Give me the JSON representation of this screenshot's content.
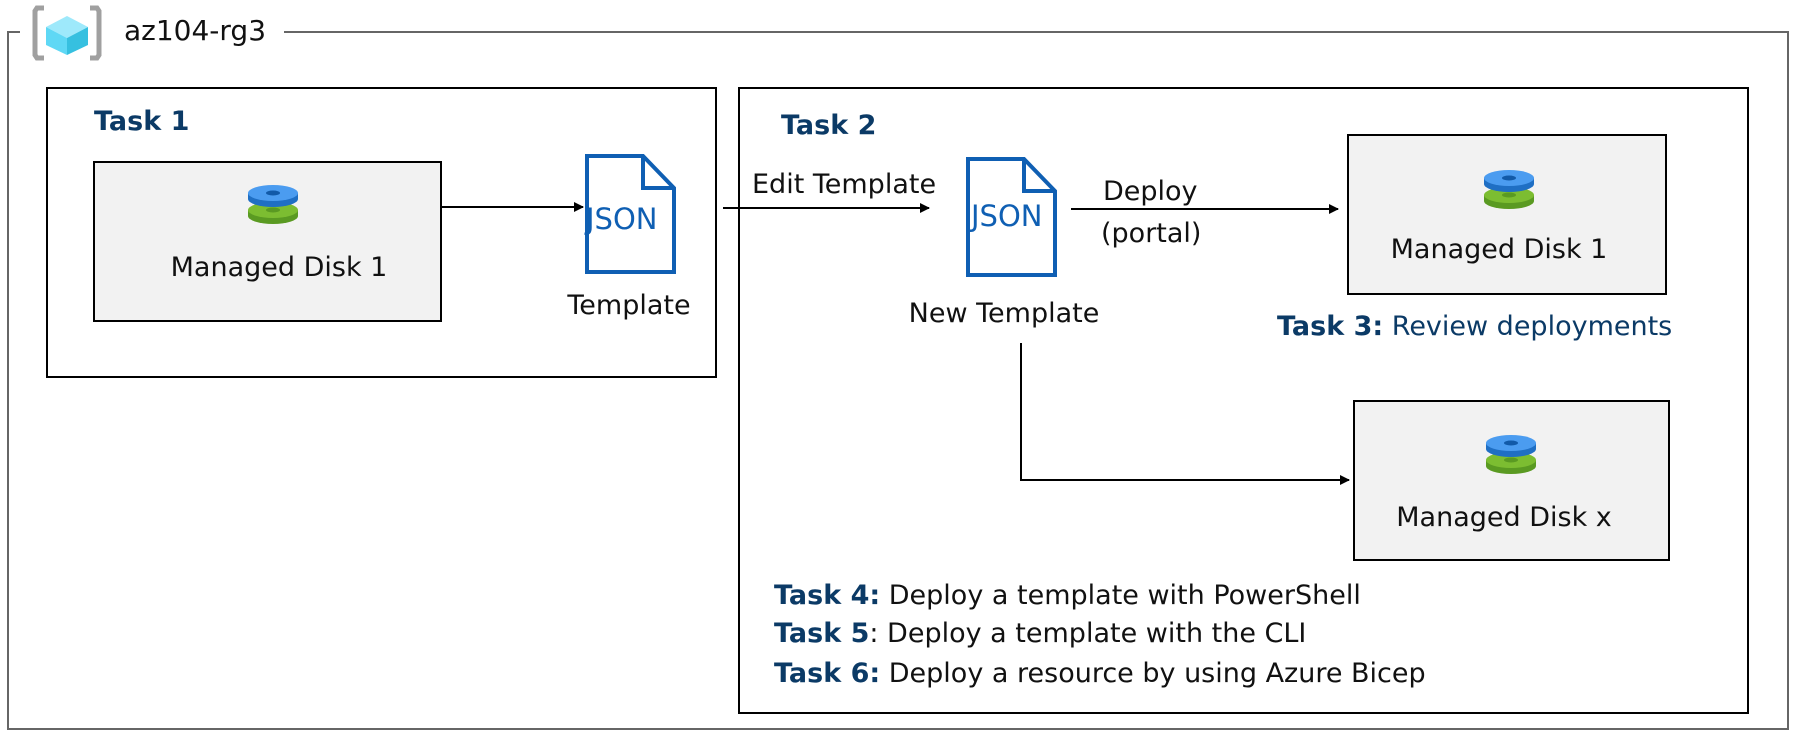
{
  "group": {
    "title": "az104-rg3",
    "icon": "resource-group-icon"
  },
  "task1": {
    "label": "Task 1",
    "disk": "Managed Disk 1",
    "template_label": "Template",
    "json_text": "JSON"
  },
  "task2": {
    "label": "Task 2",
    "edit_label": "Edit Template",
    "json_text": "JSON",
    "new_template_label": "New Template",
    "deploy_label": "Deploy",
    "deploy_sub": "(portal)",
    "disk1": "Managed Disk 1",
    "diskx": "Managed Disk x"
  },
  "task3": {
    "label": "Task 3:",
    "text": "Review deployments"
  },
  "tasks": [
    {
      "label": "Task 4:",
      "text": " Deploy a template with PowerShell"
    },
    {
      "label": "Task 5",
      "text": ": Deploy a template with the CLI"
    },
    {
      "label": "Task 6:",
      "text": " Deploy a resource by using Azure Bicep"
    }
  ],
  "colors": {
    "task_label": "#0b3a66",
    "json_blue": "#0f5fb3",
    "disk_top": "#3b8de0",
    "disk_bottom": "#6fb52c",
    "box_fill": "#f2f2f2"
  }
}
